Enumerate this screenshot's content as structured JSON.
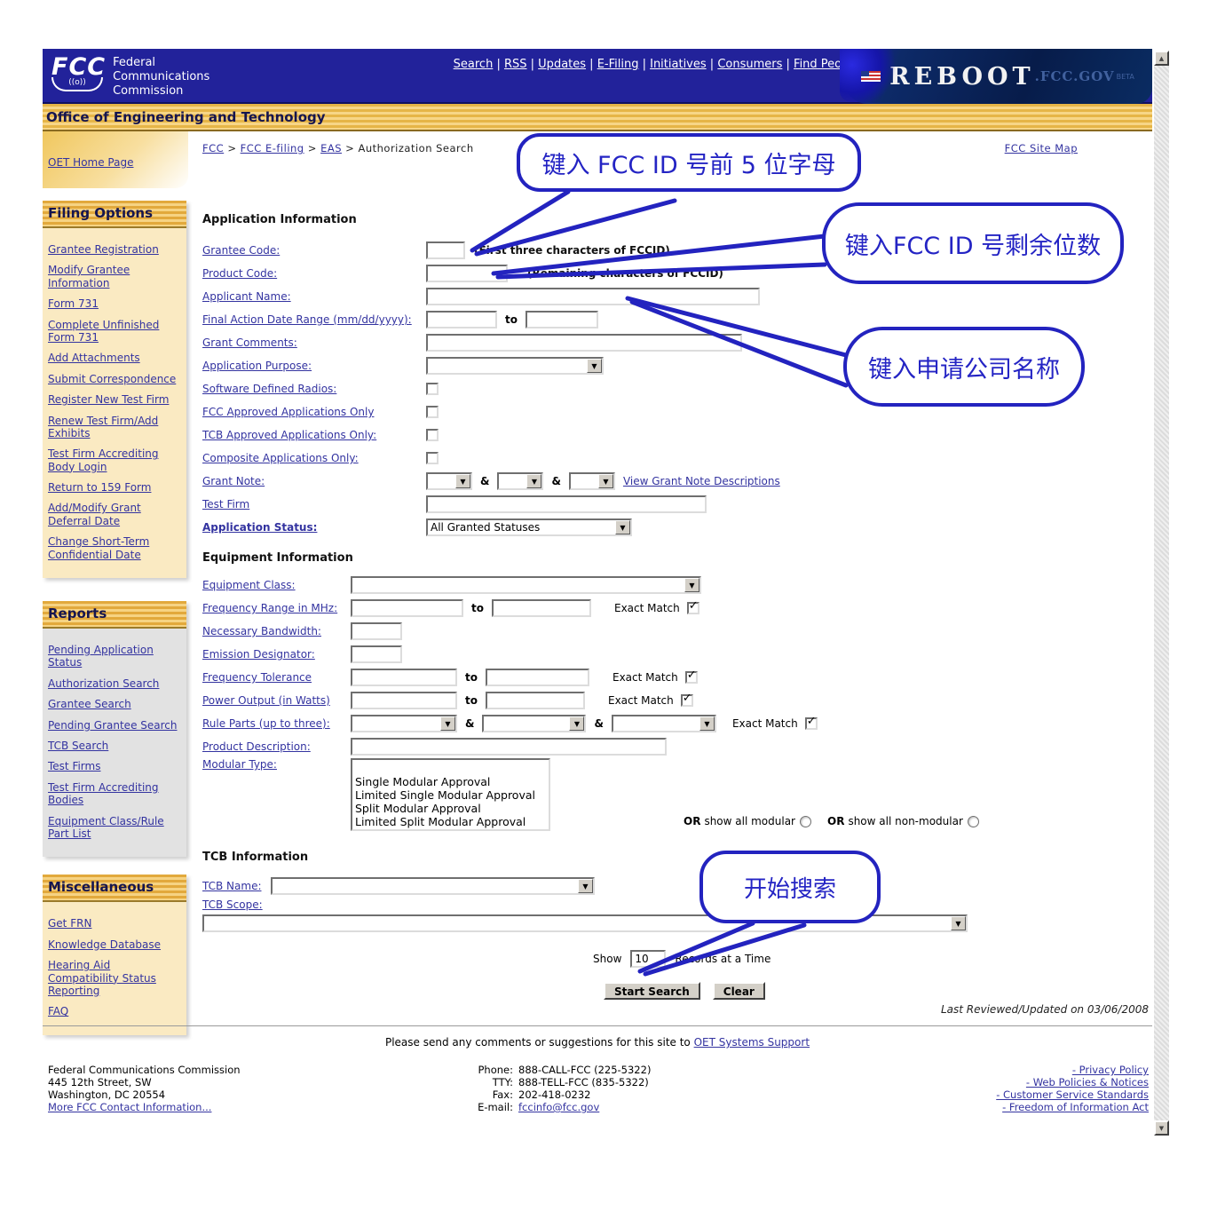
{
  "colors": {
    "header_navy": "#22229a",
    "band_gold": "#e6b547",
    "callout_blue": "#2323bf",
    "link_blue": "#3333a0"
  },
  "header": {
    "fcc_acronym": "FCC",
    "fcc_signal": "((o))",
    "fcc_lines": [
      "Federal",
      "Communications",
      "Commission"
    ],
    "nav": [
      "Search",
      "RSS",
      "Updates",
      "E-Filing",
      "Initiatives",
      "Consumers",
      "Find People"
    ],
    "reboot_main": "REBOOT",
    "reboot_suffix": ".FCC.GOV",
    "reboot_beta": "BETA",
    "band_title": "Office of Engineering and Technology"
  },
  "crumbs": {
    "oet_home": "OET Home Page",
    "fcc": "FCC",
    "efiling": "FCC E-filing",
    "eas": "EAS",
    "current": "Authorization Search",
    "site_map": "FCC Site Map"
  },
  "sidebar": {
    "filing": {
      "title": "Filing Options",
      "items": [
        "Grantee Registration",
        "Modify Grantee Information",
        "Form 731",
        "Complete Unfinished Form 731",
        "Add Attachments",
        "Submit Correspondence",
        "Register New Test Firm",
        "Renew Test Firm/Add Exhibits",
        "Test Firm Accrediting Body Login",
        "Return to 159 Form",
        "Add/Modify Grant Deferral Date",
        "Change Short-Term Confidential Date"
      ]
    },
    "reports": {
      "title": "Reports",
      "items": [
        "Pending Application Status",
        "Authorization Search",
        "Grantee Search",
        "Pending Grantee Search",
        "TCB Search",
        "Test Firms",
        "Test Firm Accrediting Bodies",
        "Equipment Class/Rule Part List"
      ]
    },
    "misc": {
      "title": "Miscellaneous",
      "items": [
        "Get FRN",
        "Knowledge Database",
        "Hearing Aid Compatibility Status Reporting",
        "FAQ"
      ]
    }
  },
  "form": {
    "app_title": "Application Information",
    "grantee_code": "Grantee Code:",
    "grantee_note": "(First three characters of FCCID)",
    "product_code": "Product Code:",
    "product_note": "(Remaining characters of FCCID)",
    "applicant_name": "Applicant Name:",
    "final_action": "Final Action Date Range (mm/dd/yyyy):",
    "to": "to",
    "amp": "&",
    "grant_comments": "Grant Comments:",
    "application_purpose": "Application Purpose:",
    "software_defined": "Software Defined Radios:",
    "fcc_approved": "FCC Approved Applications Only",
    "tcb_approved": "TCB Approved Applications Only:",
    "composite": "Composite Applications Only:",
    "grant_note": "Grant Note:",
    "view_grant_note": "View Grant Note Descriptions",
    "test_firm": "Test Firm",
    "application_status": "Application Status:",
    "application_status_value": "All Granted Statuses",
    "equip_title": "Equipment Information",
    "equipment_class": "Equipment Class:",
    "frequency_range": "Frequency Range in MHz:",
    "exact_match": "Exact Match",
    "necessary_bandwidth": "Necessary Bandwidth:",
    "emission_designator": "Emission Designator:",
    "frequency_tolerance": "Frequency Tolerance",
    "power_output": "Power Output (in Watts)",
    "rule_parts": "Rule Parts (up to three):",
    "product_description": "Product Description:",
    "modular_type": "Modular Type:",
    "modular_options": [
      "Single Modular Approval",
      "Limited Single Modular Approval",
      "Split Modular Approval",
      "Limited Split Modular Approval"
    ],
    "or_label": "OR",
    "show_all_modular": "show all modular",
    "show_all_non_modular": "show all non-modular",
    "tcb_title": "TCB Information",
    "tcb_name": "TCB Name:",
    "tcb_scope": "TCB Scope:",
    "show_label": "Show",
    "show_value": "10",
    "records_label": "Records at a Time",
    "start_search": "Start Search",
    "clear": "Clear"
  },
  "callouts": {
    "c1": "键入 FCC ID 号前 5 位字母",
    "c2": "键入FCC ID 号剩余位数",
    "c3": "键入申请公司名称",
    "c4": "开始搜索"
  },
  "footer": {
    "updated": "Last Reviewed/Updated on 03/06/2008",
    "comments_pre": "Please send any comments or suggestions for this site to",
    "comments_link": "OET Systems Support",
    "address": [
      "Federal Communications Commission",
      "445 12th Street, SW",
      "Washington, DC 20554"
    ],
    "contact_link": "More FCC Contact Information...",
    "phone_labels": [
      "Phone:",
      "TTY:",
      "Fax:",
      "E-mail:"
    ],
    "phone_values": [
      "888-CALL-FCC (225-5322)",
      "888-TELL-FCC (835-5322)",
      "202-418-0232",
      "fccinfo@fcc.gov"
    ],
    "policy_links": [
      "- Privacy Policy",
      "- Web Policies & Notices",
      "- Customer Service Standards",
      "- Freedom of Information Act"
    ]
  }
}
